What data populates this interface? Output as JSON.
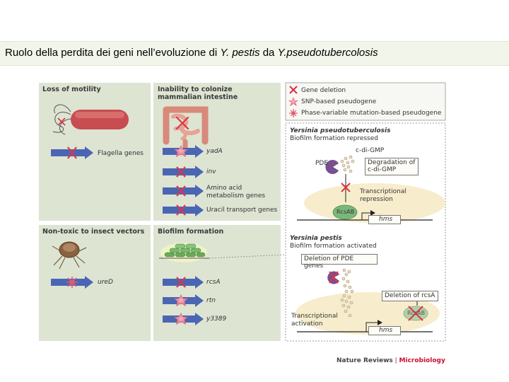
{
  "title": {
    "part1": "Ruolo della perdita dei geni nell’evoluzione di ",
    "species1": "Y. pestis",
    "part2": " da ",
    "species2": "Y.pseudotubercolosis"
  },
  "panels": {
    "motility": {
      "title": "Loss of motility",
      "genes": [
        "Flagella genes"
      ]
    },
    "colonize": {
      "title_line1": "Inability to colonize",
      "title_line2": "mammalian intestine",
      "genes": [
        "yadA",
        "inv",
        "Amino acid",
        "metabolism genes",
        "Uracil transport genes"
      ]
    },
    "insect": {
      "title": "Non-toxic to insect vectors",
      "genes": [
        "ureD"
      ]
    },
    "biofilm": {
      "title": "Biofilm formation",
      "genes": [
        "rcsA",
        "rtn",
        "y3389"
      ]
    }
  },
  "legend": {
    "items": [
      "Gene deletion",
      "SNP-based pseudogene",
      "Phase-variable mutation-based pseudogene"
    ]
  },
  "pseudo": {
    "species": "Yersinia pseudotuberculosis",
    "subtitle": "Biofilm formation repressed",
    "cdigmp": "c-di-GMP",
    "pde": "PDE",
    "degradation_line1": "Degradation of",
    "degradation_line2": "c-di-GMP",
    "repression_line1": "Transcriptional",
    "repression_line2": "repression",
    "rcsab": "RcsAB",
    "hms": "hms"
  },
  "pestis": {
    "species": "Yersinia pestis",
    "subtitle": "Biofilm formation activated",
    "deletion_pde": "Deletion of PDE genes",
    "deletion_rcsa": "Deletion of rcsA",
    "activation_line1": "Transcriptional",
    "activation_line2": "activation",
    "rcsab": "RcsAB",
    "hms": "hms"
  },
  "credit": {
    "journal": "Nature Reviews",
    "sep": " | ",
    "section": "Microbiology"
  },
  "colors": {
    "panel": "#dde4d2",
    "arrow": "#4a66b3",
    "deletion": "#d8374b",
    "pseudogene": "#e05a70",
    "pde": "#7a4f8f",
    "ellipse": "#f7edcd"
  }
}
